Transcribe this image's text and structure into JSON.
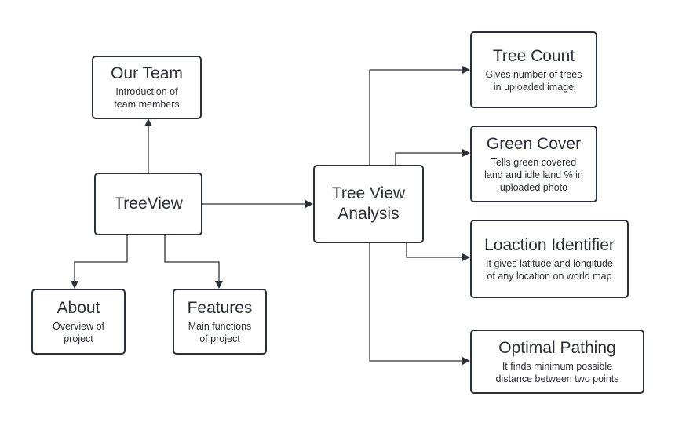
{
  "nodes": {
    "treeview": {
      "title": "TreeView"
    },
    "team": {
      "title": "Our Team",
      "desc": "Introduction of\nteam members"
    },
    "about": {
      "title": "About",
      "desc": "Overview of\nproject"
    },
    "features": {
      "title": "Features",
      "desc": "Main functions\nof project"
    },
    "analysis": {
      "title": "Tree View\nAnalysis"
    },
    "count": {
      "title": "Tree Count",
      "desc": "Gives number of trees\nin uploaded image"
    },
    "green": {
      "title": "Green Cover",
      "desc": "Tells green covered\nland and idle land % in\nuploaded photo"
    },
    "location": {
      "title": "Loaction Identifier",
      "desc": "It gives latitude and longitude\nof any location on world map"
    },
    "pathing": {
      "title": "Optimal Pathing",
      "desc": "It finds minimum possible\ndistance between two points"
    }
  },
  "colors": {
    "stroke": "#2b2f38",
    "background": "#ffffff"
  }
}
